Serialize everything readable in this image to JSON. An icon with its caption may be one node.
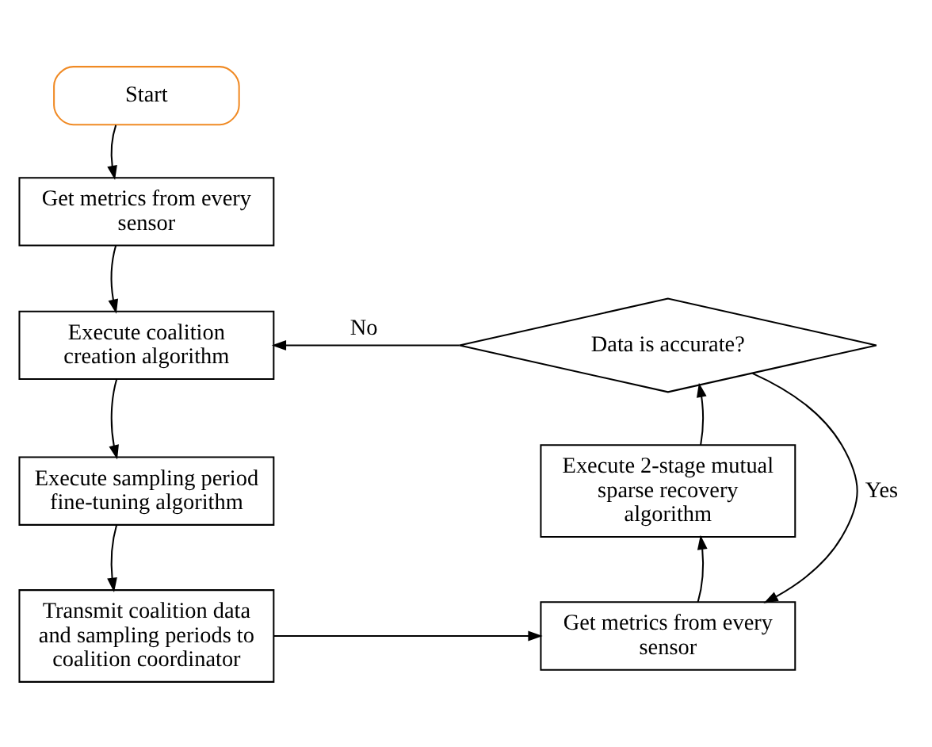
{
  "diagram": {
    "nodes": [
      {
        "text": [
          "Start"
        ]
      },
      {
        "text": [
          "Get metrics from every sensor"
        ]
      },
      {
        "text": [
          "Execute coalition creation algorithm"
        ]
      },
      {
        "text": [
          "Execute sampling period fine-tuning algorithm"
        ]
      },
      {
        "text": [
          "Transmit coalition data and sampling periods to coalition coordinator"
        ]
      },
      {
        "text": [
          "Data is accurate?"
        ]
      },
      {
        "text": [
          "Execute 2-stage mutual sparse recovery algorithm"
        ]
      },
      {
        "text": [
          "Get metrics from every sensor"
        ]
      }
    ],
    "edges": [
      {
        "from": 0,
        "to": 1,
        "arrow": "to"
      },
      {
        "from": 1,
        "to": 2,
        "arrow": "to"
      },
      {
        "from": 2,
        "to": 3,
        "arrow": "to"
      },
      {
        "from": 3,
        "to": 4,
        "arrow": "to"
      },
      {
        "from": 4,
        "to": 7,
        "arrow": "to"
      },
      {
        "from": 7,
        "to": 6,
        "arrow": "to"
      },
      {
        "from": 6,
        "to": 5,
        "arrow": "to"
      },
      {
        "from": 5,
        "to": 2,
        "arrow": "to",
        "label": "No"
      },
      {
        "from": 5,
        "to": 7,
        "arrow": "to",
        "label": "Yes"
      }
    ]
  }
}
